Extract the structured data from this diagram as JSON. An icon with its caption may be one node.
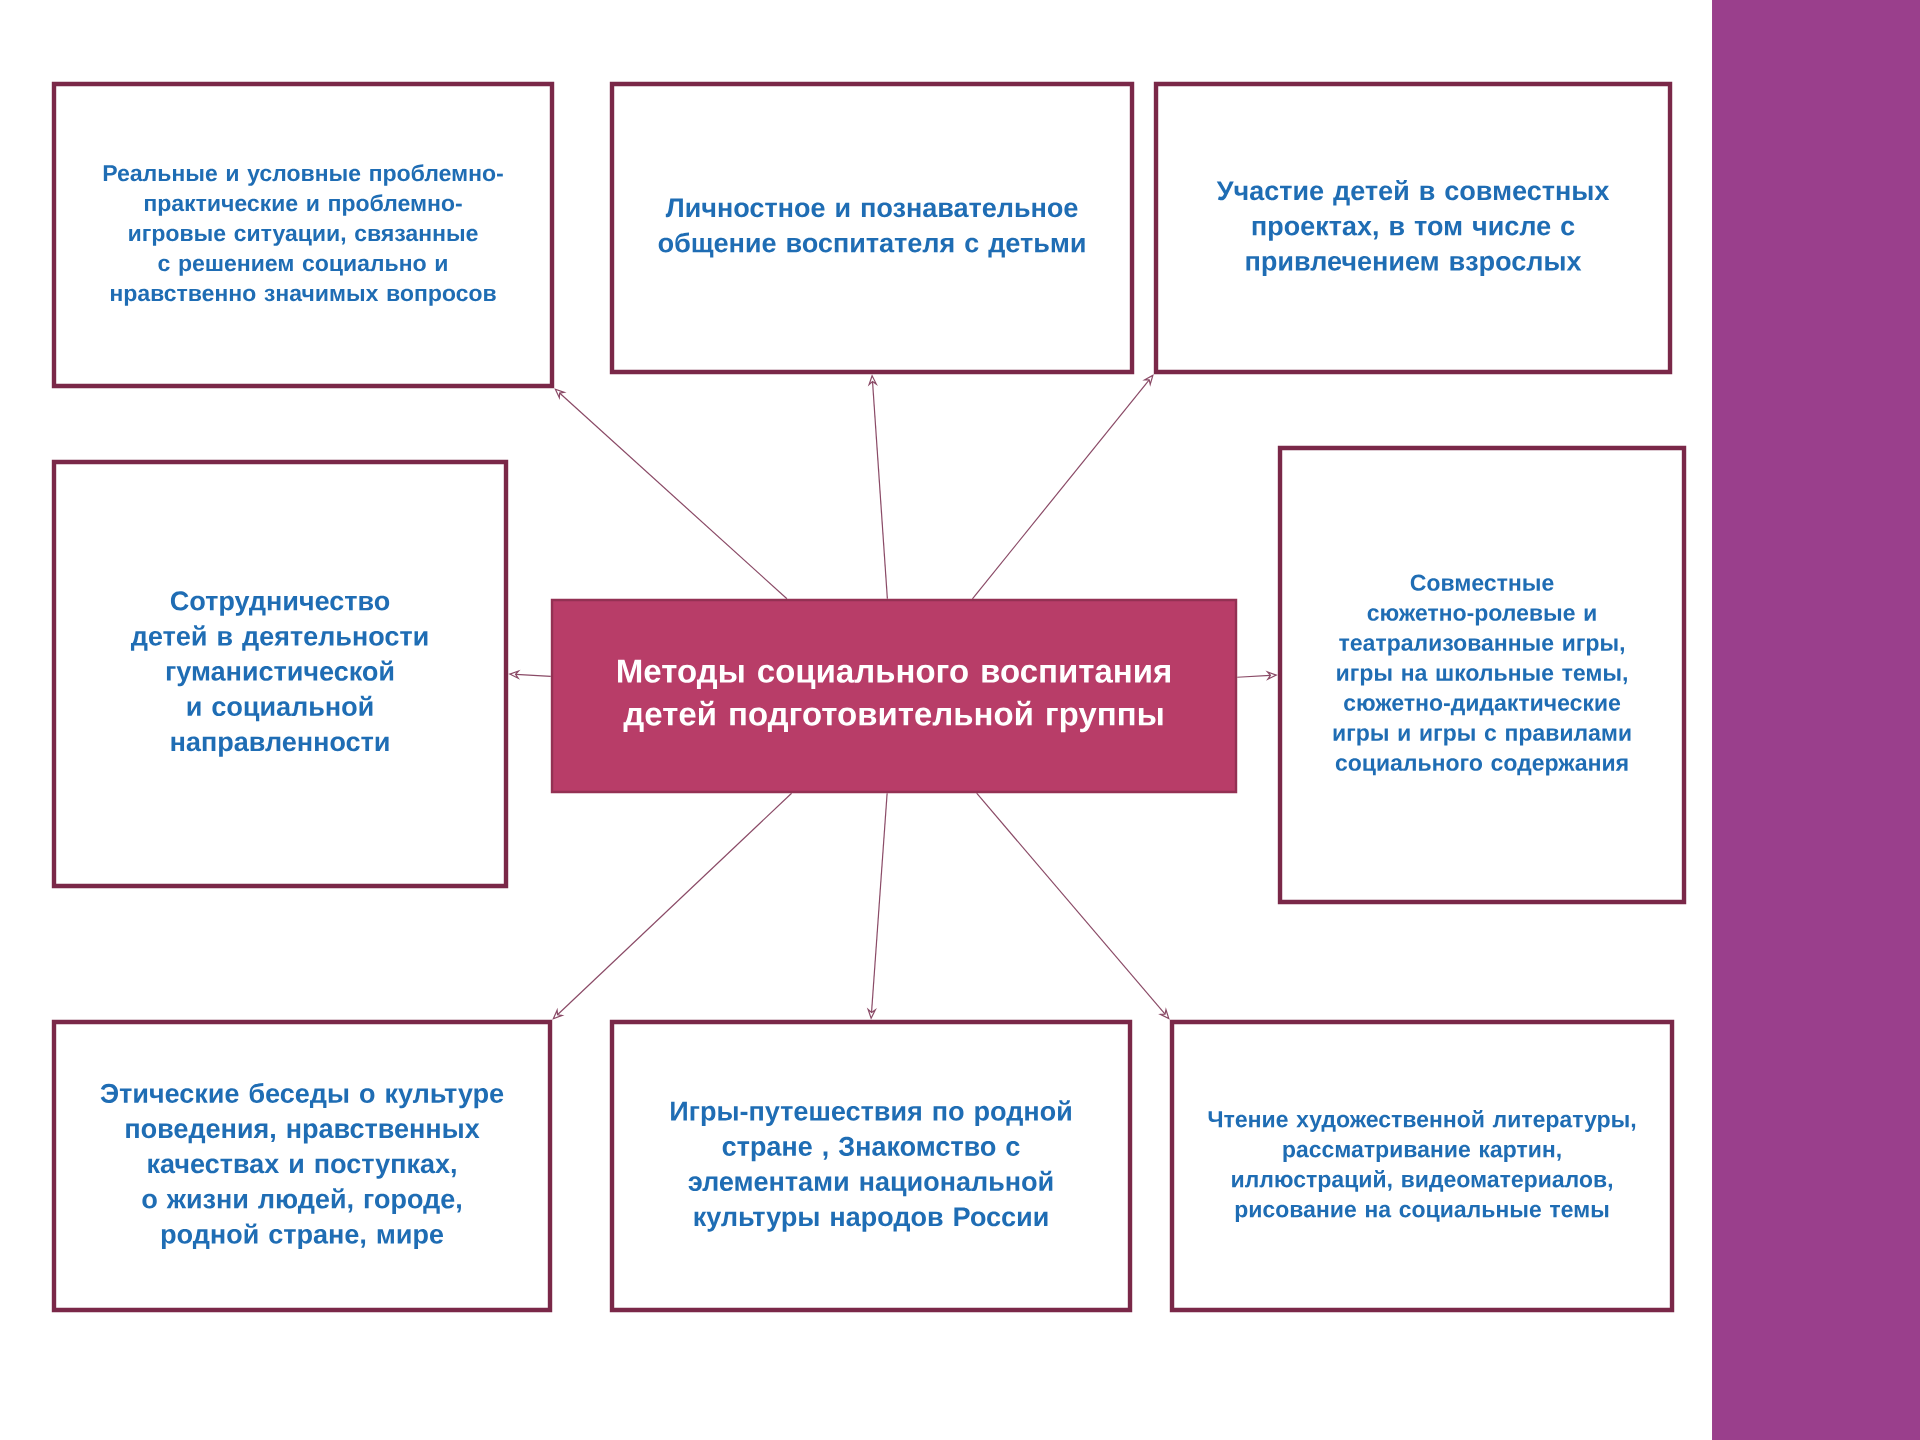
{
  "diagram": {
    "nodes": [
      {
        "text": [
          "Методы социального воспитания детей подготовительной группы"
        ]
      },
      {
        "text": [
          "Реальные и условные проблемно-практические и проблемно-игровые ситуации, связанные с решением социально и нравственно значимых вопросов"
        ]
      },
      {
        "text": [
          "Личностное и познавательное общение воспитателя с детьми"
        ]
      },
      {
        "text": [
          "Участие детей в совместных проектах, в том числе с привлечением взрослых"
        ]
      },
      {
        "text": [
          "Сотрудничество детей в деятельности гуманистической и социальной направленности"
        ]
      },
      {
        "text": [
          "Совместные сюжетно-ролевые и театрализованные игры, игры на школьные темы, сюжетно-дидактические игры и игры с правилами социального содержания"
        ]
      },
      {
        "text": [
          "Этические беседы о культуре поведения, нравственных качествах и поступках, о жизни людей, городе, родной стране, мире"
        ]
      },
      {
        "text": [
          "Игры-путешествия по родной стране , Знакомство с элементами национальной культуры народов России"
        ]
      },
      {
        "text": [
          "Чтение художественной литературы, рассматривание картин, иллюстраций, видеоматериалов, рисование на социальные темы"
        ]
      }
    ],
    "edges": [
      {
        "from": 0,
        "to": 1,
        "arrow": "to"
      },
      {
        "from": 0,
        "to": 2,
        "arrow": "to"
      },
      {
        "from": 0,
        "to": 3,
        "arrow": "to"
      },
      {
        "from": 0,
        "to": 4,
        "arrow": "to"
      },
      {
        "from": 0,
        "to": 5,
        "arrow": "to"
      },
      {
        "from": 0,
        "to": 6,
        "arrow": "to"
      },
      {
        "from": 0,
        "to": 7,
        "arrow": "to"
      },
      {
        "from": 0,
        "to": 8,
        "arrow": "to"
      }
    ]
  }
}
